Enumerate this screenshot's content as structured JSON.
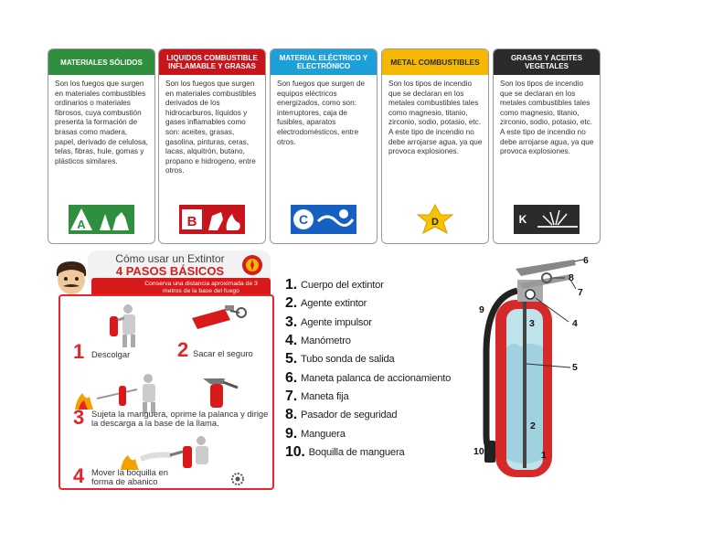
{
  "cards": [
    {
      "title": "MATERIALES SÓLIDOS",
      "body": "Son los fuegos que surgen en materiales combustibles ordinarios o materiales fibrosos, cuya combustión presenta la formación de brasas como madera, papel, derivado de celulosa, telas, fibras, hule, gomas y plásticos similares.",
      "letter": "A",
      "color": "#2f8f3e"
    },
    {
      "title": "LIQUIDOS COMBUSTIBLE INFLAMABLE Y GRASAS",
      "body": "Son los fuegos que surgen en materiales combustibles derivados de los hidrocarburos, líquidos y gases inflamables como son: aceites, grasas, gasolina, pinturas, ceras, lacas, alquitrón, butano, propano e hidrogeno, entre otros.",
      "letter": "B",
      "color": "#c8151b"
    },
    {
      "title": "MATERIAL ELÉCTRICO Y ELECTRÓNICO",
      "body": "Son fuegos que surgen de equipos eléctricos energizados, como son: interruptores, caja de fusibles, aparatos electrodomésticos, entre otros.",
      "letter": "C",
      "color": "#1560c0"
    },
    {
      "title": "METAL COMBUSTIBLES",
      "body": "Son los tipos de incendio que se declaran en los metales combustibles tales como magnesio, titanio, zirconio, sodio, potasio, etc. A este tipo de incendio no debe arrojarse agua, ya que provoca explosiones.",
      "letter": "D",
      "color": "#f5b800"
    },
    {
      "title": "GRASAS Y ACEITES VEGETALES",
      "body": "Son los tipos de incendio que se declaran en los metales combustibles tales como magnesio, titanio, zirconio, sodio, potasio, etc. A este tipo de incendio no debe arrojarse agua, ya que provoca explosiones.",
      "letter": "K",
      "color": "#2b2b2b"
    }
  ],
  "guide": {
    "title": "Cómo usar un Extintor",
    "subtitle": "4 PASOS BÁSICOS",
    "note": "Conserva una distancia aproximada de 3 metros de la base del fuego",
    "steps": [
      {
        "num": "1",
        "text": "Descolgar"
      },
      {
        "num": "2",
        "text": "Sacar el seguro"
      },
      {
        "num": "3",
        "text": "Sujeta la manguera, oprime la palanca y dirige la descarga a la base de la llama."
      },
      {
        "num": "4",
        "text": "Mover la boquilla en forma de abanico"
      }
    ]
  },
  "parts": [
    {
      "num": "1.",
      "label": "Cuerpo del extintor"
    },
    {
      "num": "2.",
      "label": "Agente extintor"
    },
    {
      "num": "3.",
      "label": "Agente impulsor"
    },
    {
      "num": "4.",
      "label": "Manómetro"
    },
    {
      "num": "5.",
      "label": "Tubo sonda de salida"
    },
    {
      "num": "6.",
      "label": "Maneta palanca de accionamiento"
    },
    {
      "num": "7.",
      "label": "Maneta fija"
    },
    {
      "num": "8.",
      "label": "Pasador de seguridad"
    },
    {
      "num": "9.",
      "label": "Manguera"
    },
    {
      "num": "10.",
      "label": "Boquilla de manguera"
    }
  ],
  "callouts": [
    "1",
    "2",
    "3",
    "4",
    "5",
    "6",
    "7",
    "8",
    "9",
    "10"
  ]
}
